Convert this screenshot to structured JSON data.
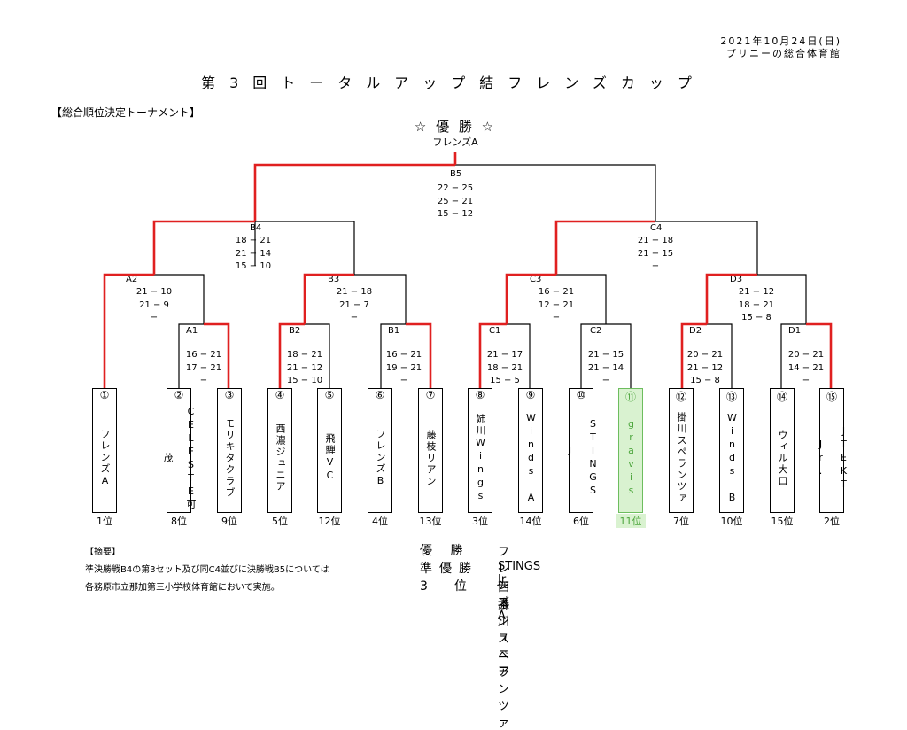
{
  "header": {
    "date": "2021年10月24日(日)",
    "venue": "プリニーの総合体育館",
    "title": "第3回トータルアップ結フレンズカップ",
    "section": "【総合順位決定トーナメント】"
  },
  "champion": {
    "heading": "☆ 優 勝 ☆",
    "name": "フレンズA"
  },
  "matches": [
    {
      "id": "B5",
      "label": "B5",
      "scores": [
        "22 − 25",
        "25 − 21",
        "15 − 12"
      ]
    },
    {
      "id": "B4",
      "label": "B4",
      "scores": [
        "18 − 21",
        "21 − 14",
        "15 − 10"
      ]
    },
    {
      "id": "C4",
      "label": "C4",
      "scores": [
        "21 − 18",
        "21 − 15",
        "−"
      ]
    },
    {
      "id": "A2",
      "label": "A2",
      "scores": [
        "21 − 10",
        "21 −  9",
        "−"
      ]
    },
    {
      "id": "B3",
      "label": "B3",
      "scores": [
        "21 − 18",
        "21 −  7",
        "−"
      ]
    },
    {
      "id": "C3",
      "label": "C3",
      "scores": [
        "16 − 21",
        "12 − 21",
        "−"
      ]
    },
    {
      "id": "D3",
      "label": "D3",
      "scores": [
        "21 − 12",
        "18 − 21",
        "15 −  8"
      ]
    },
    {
      "id": "A1",
      "label": "A1",
      "scores": [
        "16 − 21",
        "17 − 21",
        "−"
      ]
    },
    {
      "id": "B2",
      "label": "B2",
      "scores": [
        "18 − 21",
        "21 − 12",
        "15 − 10"
      ]
    },
    {
      "id": "B1",
      "label": "B1",
      "scores": [
        "16 − 21",
        "19 − 21",
        "−"
      ]
    },
    {
      "id": "C1",
      "label": "C1",
      "scores": [
        "21 − 17",
        "18 − 21",
        "15 −  5"
      ]
    },
    {
      "id": "C2",
      "label": "C2",
      "scores": [
        "21 − 15",
        "21 − 14",
        "−"
      ]
    },
    {
      "id": "D2",
      "label": "D2",
      "scores": [
        "20 − 21",
        "21 − 12",
        "15 −  8"
      ]
    },
    {
      "id": "D1",
      "label": "D1",
      "scores": [
        "20 − 21",
        "14 − 21",
        "−"
      ]
    }
  ],
  "teams": [
    {
      "num": "①",
      "name": "フレンズA",
      "rank": "1位"
    },
    {
      "num": "②",
      "name": "CELESTE可茂",
      "rank": "8位"
    },
    {
      "num": "③",
      "name": "モリキタクラブ",
      "rank": "9位"
    },
    {
      "num": "④",
      "name": "西濃ジュニア",
      "rank": "5位"
    },
    {
      "num": "⑤",
      "name": "飛騨VC",
      "rank": "12位"
    },
    {
      "num": "⑥",
      "name": "フレンズB",
      "rank": "4位"
    },
    {
      "num": "⑦",
      "name": "藤枝リアン",
      "rank": "13位"
    },
    {
      "num": "⑧",
      "name": "姉川Wings",
      "rank": "3位"
    },
    {
      "num": "⑨",
      "name": "Winds A",
      "rank": "14位"
    },
    {
      "num": "⑩",
      "name": "STINGS Jr",
      "rank": "6位"
    },
    {
      "num": "⑪",
      "name": "gravis",
      "rank": "11位",
      "highlight": true
    },
    {
      "num": "⑫",
      "name": "掛川スペランツァ",
      "rank": "7位"
    },
    {
      "num": "⑬",
      "name": "Winds B",
      "rank": "10位"
    },
    {
      "num": "⑭",
      "name": "ウィル大口",
      "rank": "15位"
    },
    {
      "num": "⑮",
      "name": "JTEKT Jr.",
      "rank": "2位"
    }
  ],
  "notes": {
    "heading": "【摘要】",
    "line1": "準決勝戦B4の第3セット及び同C4並びに決勝戦B5については",
    "line2": "各務原市立那加第三小学校体育館において実施。"
  },
  "results": {
    "champion_label": "優 勝",
    "champion": "フレンズA",
    "runner_up_label": "準優勝",
    "runner_up": "STINGS Jr.",
    "third_label": "3　位",
    "third_1": "西濃ジュニア",
    "third_2": "掛川スペランツァ"
  },
  "colors": {
    "winner_line": "#e02020",
    "line": "#000000",
    "highlight_fill": "#d9f2d0",
    "highlight_text": "#4da63d"
  }
}
